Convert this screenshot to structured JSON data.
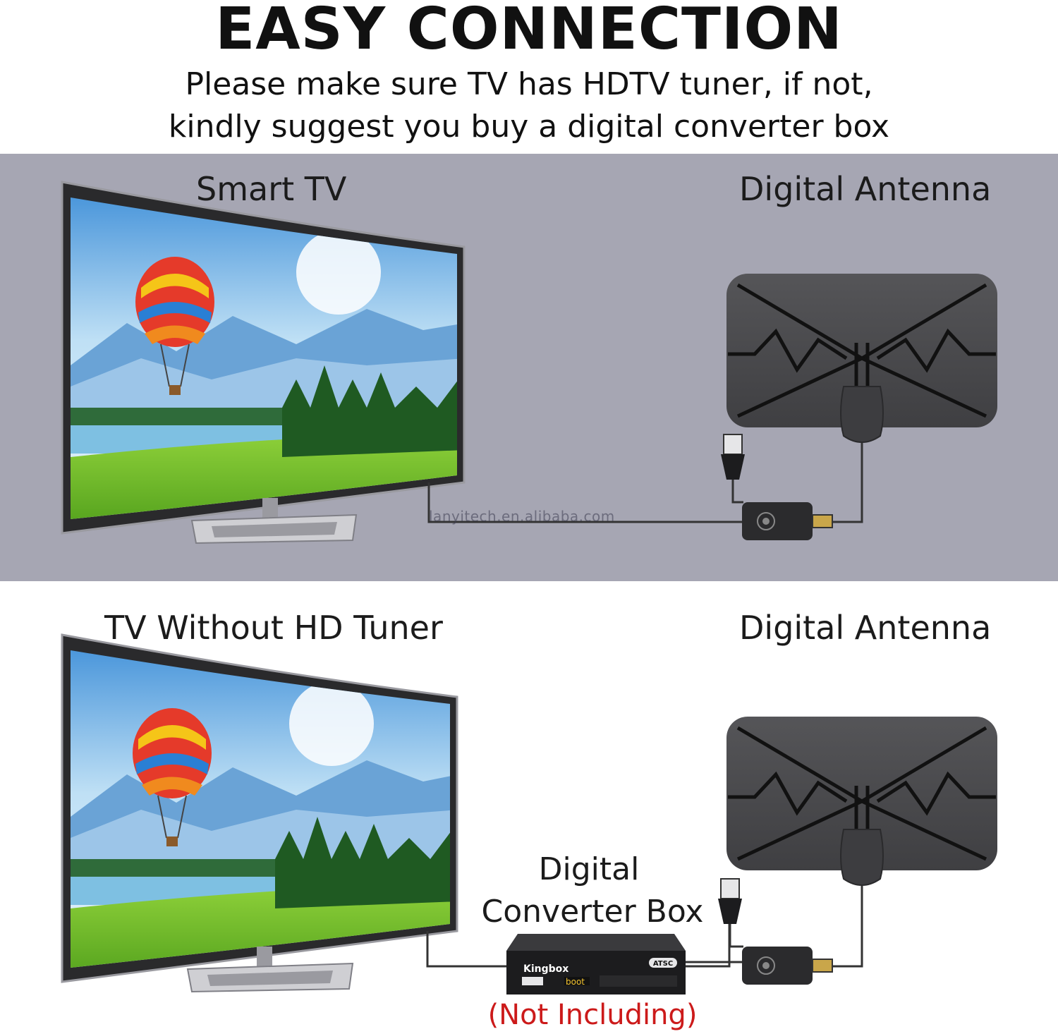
{
  "header": {
    "title": "EASY CONNECTION",
    "subtitle_line1": "Please make sure TV has HDTV tuner, if not,",
    "subtitle_line2": "kindly suggest you buy a digital converter box"
  },
  "section1": {
    "tv_label": "Smart TV",
    "antenna_label": "Digital Antenna",
    "watermark": "lanyitech.en.alibaba.com"
  },
  "section2": {
    "tv_label": "TV Without HD Tuner",
    "antenna_label": "Digital Antenna",
    "converter_label_line1": "Digital",
    "converter_label_line2": "Converter Box",
    "converter_note": "(Not Including)",
    "converter_brand": "Kingbox",
    "converter_badge": "ATSC",
    "converter_display": "boot"
  },
  "colors": {
    "band": "#a6a6b3",
    "antenna": "#4a4a4c",
    "note_red": "#cc1a1a"
  }
}
